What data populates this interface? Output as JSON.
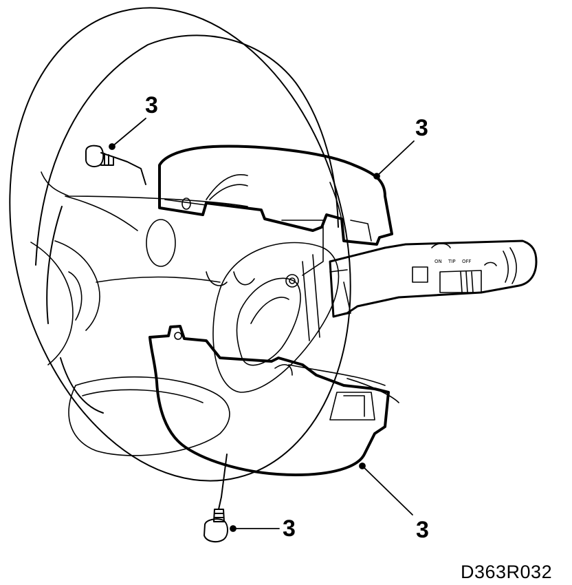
{
  "callouts": [
    {
      "id": "upper-left-bolt",
      "label": "3"
    },
    {
      "id": "upper-cover",
      "label": "3"
    },
    {
      "id": "lower-bolt",
      "label": "3"
    },
    {
      "id": "lower-cover",
      "label": "3"
    }
  ],
  "stalk_labels": {
    "on": "ON",
    "tip": "TIP",
    "off": "OFF"
  },
  "figure_code": "D363R032"
}
